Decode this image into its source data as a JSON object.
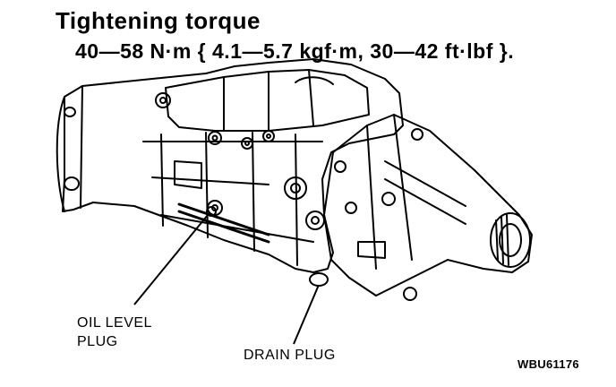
{
  "heading": "Tightening torque",
  "torque_spec": "40—58 N·m { 4.1—5.7 kgf·m, 30—42 ft·lbf }.",
  "labels": {
    "oil_level_plug_line1": "OIL LEVEL",
    "oil_level_plug_line2": "PLUG",
    "drain_plug": "DRAIN PLUG"
  },
  "figure_code": "WBU61176"
}
